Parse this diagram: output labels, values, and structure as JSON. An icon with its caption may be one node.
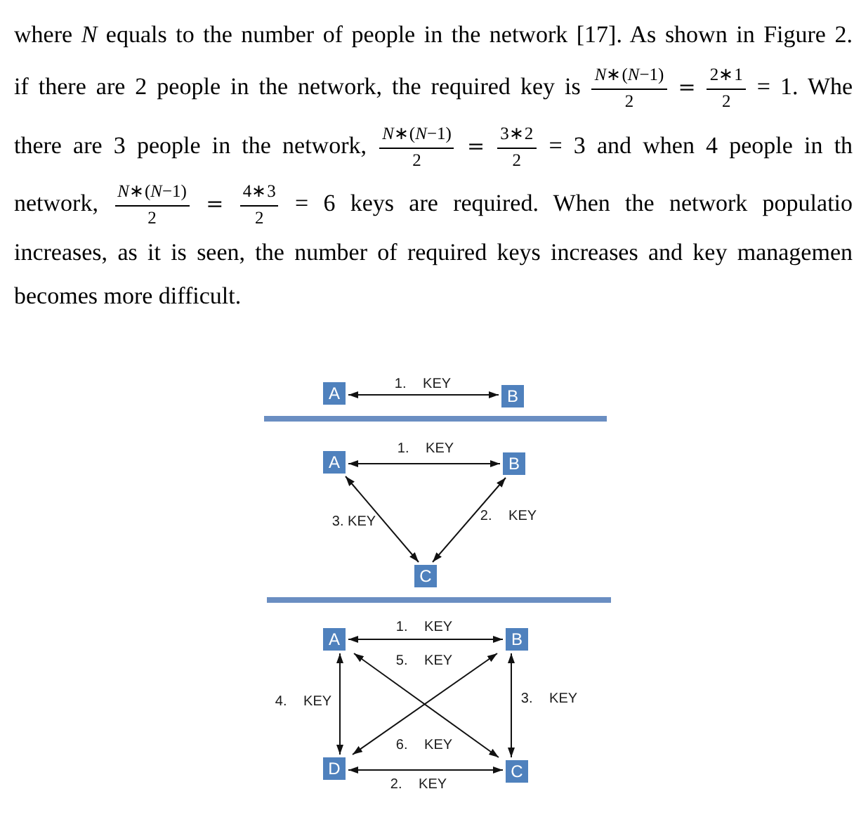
{
  "diagram": {
    "nodes": [
      {
        "text": [
          "A"
        ]
      },
      {
        "text": [
          "B"
        ]
      },
      {
        "text": [
          "A"
        ]
      },
      {
        "text": [
          "B"
        ]
      },
      {
        "text": [
          "C"
        ]
      },
      {
        "text": [
          "A"
        ]
      },
      {
        "text": [
          "B"
        ]
      },
      {
        "text": [
          "D"
        ]
      },
      {
        "text": [
          "C"
        ]
      }
    ],
    "edges": [
      {
        "from": 0,
        "to": 1,
        "arrow": "both",
        "label": "1. KEY"
      },
      {
        "from": 2,
        "to": 3,
        "arrow": "both",
        "label": "1. KEY"
      },
      {
        "from": 3,
        "to": 4,
        "arrow": "both",
        "label": "2. KEY"
      },
      {
        "from": 2,
        "to": 4,
        "arrow": "both",
        "label": "3. KEY"
      },
      {
        "from": 5,
        "to": 6,
        "arrow": "both",
        "label": "1. KEY"
      },
      {
        "from": 7,
        "to": 8,
        "arrow": "both",
        "label": "2. KEY"
      },
      {
        "from": 6,
        "to": 8,
        "arrow": "both",
        "label": "3. KEY"
      },
      {
        "from": 5,
        "to": 7,
        "arrow": "both",
        "label": "4. KEY"
      },
      {
        "from": 5,
        "to": 8,
        "arrow": "both",
        "label": "5. KEY"
      },
      {
        "from": 6,
        "to": 7,
        "arrow": "both",
        "label": "6. KEY"
      }
    ],
    "labels": [
      "where *N* equals to the number of people in the network [17]. As shown in Figure 2.",
      "if there are 2 people in the network, the required key is",
      "*N*∗(*N*−1)",
      "2",
      "=",
      "2∗1",
      "2",
      "= 1. Whe",
      "there are 3 people in the network,",
      "*N*∗(*N*−1)",
      "2",
      "=",
      "3∗2",
      "2",
      "= 3 and when 4 people in th",
      "network,",
      "*N*∗(*N*−1)",
      "2",
      "=",
      "4∗3",
      "2",
      "= 6 keys are required. When the network populatio",
      "increases, as it is seen, the number of required keys increases and key managemen",
      "becomes more difficult."
    ]
  }
}
